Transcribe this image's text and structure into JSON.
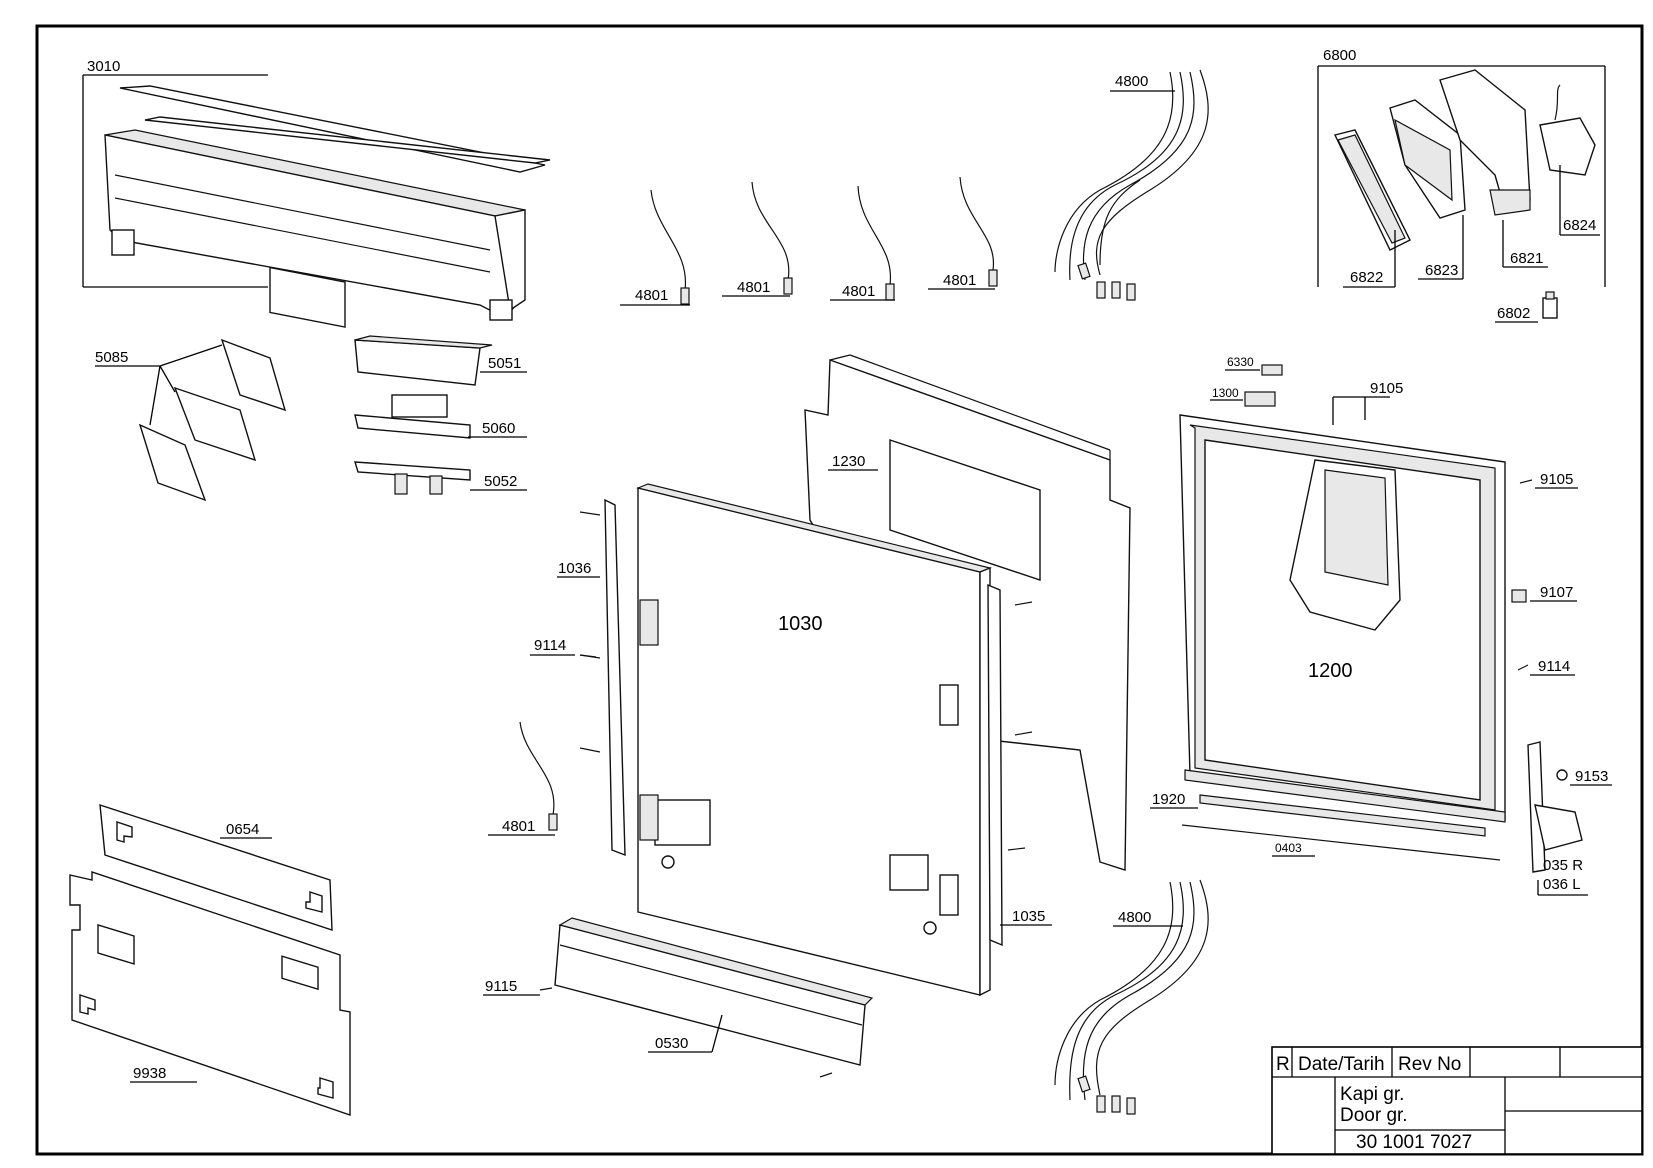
{
  "drawing": {
    "title_tr": "Kapi gr.",
    "title_en": "Door gr.",
    "drawing_number": "30 1001 7027",
    "title_block": {
      "rev_col": "R",
      "date_col": "Date/Tarih",
      "revno_col": "Rev No"
    }
  },
  "part_labels": {
    "p3010": "3010",
    "p4800_top": "4800",
    "p6800": "6800",
    "p6822": "6822",
    "p6823": "6823",
    "p6821": "6821",
    "p6824": "6824",
    "p6802": "6802",
    "p4801_a": "4801",
    "p4801_b": "4801",
    "p4801_c": "4801",
    "p4801_d": "4801",
    "p4801_e": "4801",
    "p5085": "5085",
    "p5051": "5051",
    "p5060": "5060",
    "p5052": "5052",
    "p1230": "1230",
    "p6330": "6330",
    "p1300": "1300",
    "p9105_top": "9105",
    "p9105_side": "9105",
    "p9107": "9107",
    "p9114_right": "9114",
    "p9114_left": "9114",
    "p1200": "1200",
    "p1036": "1036",
    "p1030": "1030",
    "p1035": "1035",
    "p1920": "1920",
    "p0403": "0403",
    "p9153": "9153",
    "p035R": "035 R",
    "p036L": "036 L",
    "p0654": "0654",
    "p9938": "9938",
    "p9115": "9115",
    "p0530": "0530",
    "p4800_bottom": "4800"
  }
}
